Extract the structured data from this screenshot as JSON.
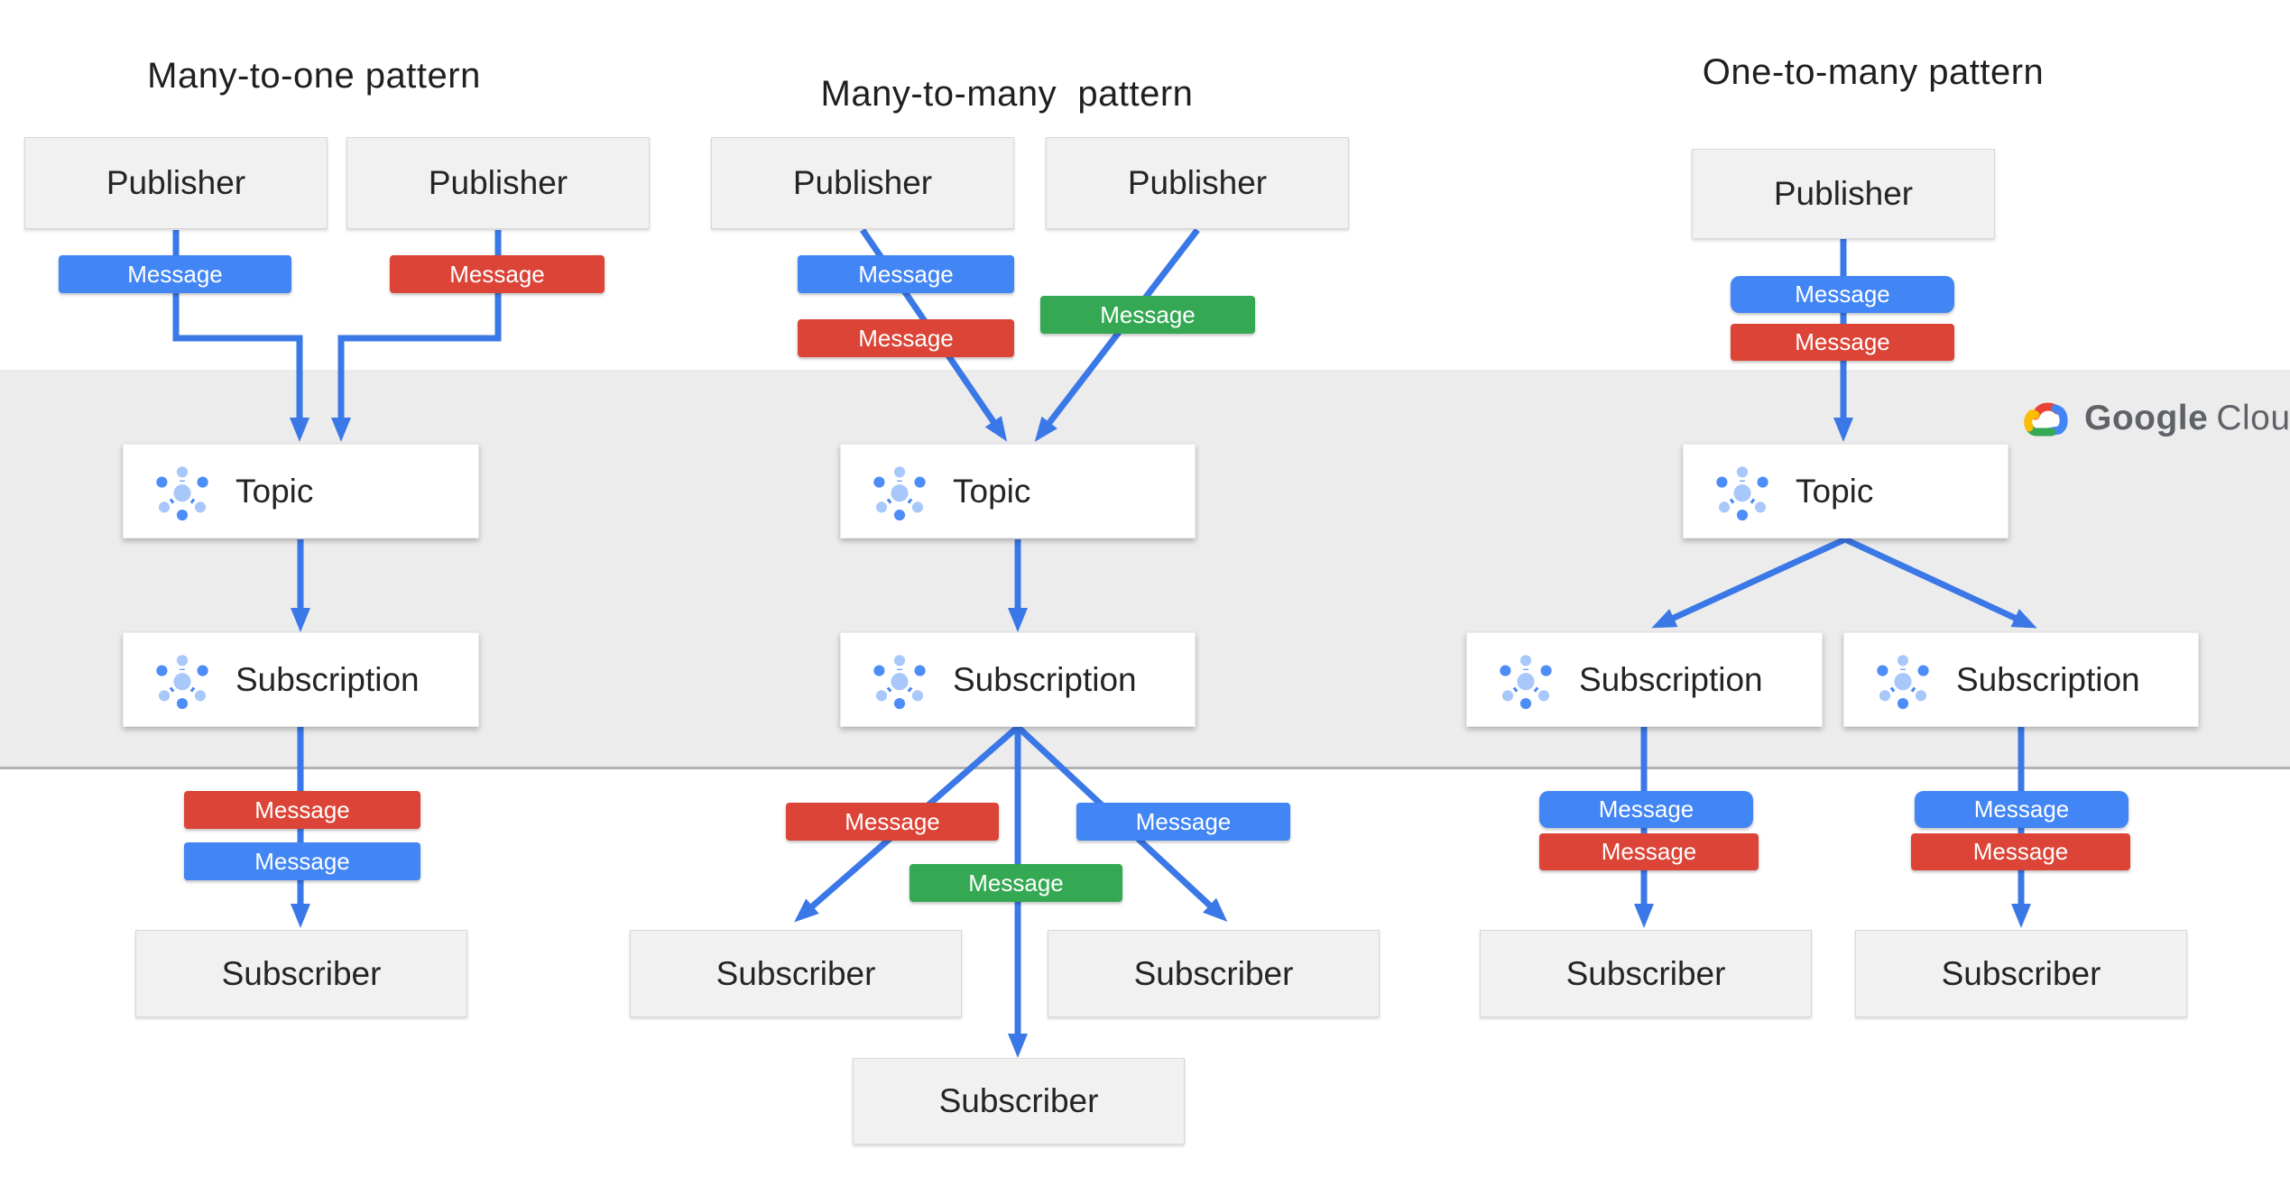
{
  "titles": {
    "p1": "Many-to-one pattern",
    "p2": "Many-to-many  pattern",
    "p3": "One-to-many pattern"
  },
  "labels": {
    "publisher": "Publisher",
    "topic": "Topic",
    "subscription": "Subscription",
    "subscriber": "Subscriber",
    "message": "Message"
  },
  "logo": {
    "word1": "Google",
    "word2": "Cloud"
  },
  "colors": {
    "message_blue": "#4285f4",
    "message_red": "#db4437",
    "message_green": "#34a853",
    "connector_blue": "#3b78e7",
    "band_gray": "#ececec",
    "box_gray": "#f1f1f2",
    "box_white": "#ffffff",
    "text_dark": "#1f1f1f",
    "logo_text_gray": "#5f6368"
  },
  "patterns": [
    {
      "id": "many-to-one",
      "title": "Many-to-one pattern",
      "publisher_count": 2,
      "publisher_message_colors": [
        "blue",
        "red"
      ],
      "topic_count": 1,
      "subscription_count": 1,
      "delivery_message_colors": [
        "red",
        "blue"
      ],
      "subscriber_count": 1
    },
    {
      "id": "many-to-many",
      "title": "Many-to-many pattern",
      "publisher_count": 2,
      "publisher_message_colors": [
        "blue",
        "red",
        "green"
      ],
      "topic_count": 1,
      "subscription_count": 1,
      "delivery_message_colors": [
        "red",
        "green",
        "blue"
      ],
      "subscriber_count": 3
    },
    {
      "id": "one-to-many",
      "title": "One-to-many pattern",
      "publisher_count": 1,
      "publisher_message_colors": [
        "blue",
        "red"
      ],
      "topic_count": 1,
      "subscription_count": 2,
      "delivery_message_colors": [
        "blue",
        "red",
        "blue",
        "red"
      ],
      "subscriber_count": 2
    }
  ]
}
